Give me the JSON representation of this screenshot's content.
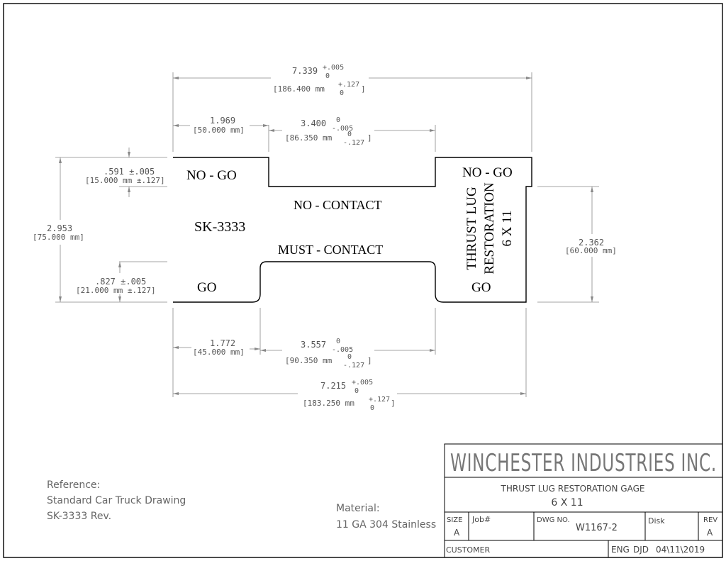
{
  "labels": {
    "no_go_left": "NO - GO",
    "no_go_right": "NO - GO",
    "no_contact": "NO - CONTACT",
    "must_contact": "MUST - CONTACT",
    "sk": "SK-3333",
    "go_left": "GO",
    "go_right": "GO",
    "thrust_line1": "THRUST LUG",
    "thrust_line2": "RESTORATION",
    "thrust_line3": "6 X 11"
  },
  "dims": {
    "overall_top": {
      "value": "7.339",
      "tol_plus": "+.005",
      "tol_minus": "0",
      "metric": "[186.400 mm",
      "metric_tol_plus": "+.127",
      "metric_tol_minus": "0",
      "close": "]"
    },
    "left_top": {
      "value": "1.969",
      "metric": "[50.000 mm]"
    },
    "slot_top": {
      "value": "3.400",
      "tol_plus": "0",
      "tol_minus": "-.005",
      "metric": "[86.350 mm",
      "metric_tol_plus": "0",
      "metric_tol_minus": "-.127",
      "close": "]"
    },
    "top_step": {
      "value": ".591 ±.005",
      "metric": "[15.000 mm ±.127]"
    },
    "height_left": {
      "value": "2.953",
      "metric": "[75.000 mm]"
    },
    "bottom_step": {
      "value": ".827 ±.005",
      "metric": "[21.000 mm ±.127]"
    },
    "height_right": {
      "value": "2.362",
      "metric": "[60.000 mm]"
    },
    "left_bottom": {
      "value": "1.772",
      "metric": "[45.000 mm]"
    },
    "slot_bottom": {
      "value": "3.557",
      "tol_plus": "0",
      "tol_minus": "-.005",
      "metric": "[90.350 mm",
      "metric_tol_plus": "0",
      "metric_tol_minus": "-.127",
      "close": "]"
    },
    "overall_bottom": {
      "value": "7.215",
      "tol_plus": "+.005",
      "tol_minus": "0",
      "metric": "[183.250 mm",
      "metric_tol_plus": "+.127",
      "metric_tol_minus": "0",
      "close": "]"
    }
  },
  "notes": {
    "ref_line1": "Reference:",
    "ref_line2": "Standard Car Truck Drawing",
    "ref_line3": "SK-3333 Rev.",
    "mat_line1": "Material:",
    "mat_line2": "11 GA 304 Stainless"
  },
  "title_block": {
    "company": "WINCHESTER INDUSTRIES INC.",
    "title_line1": "THRUST LUG RESTORATION GAGE",
    "title_line2": "6 X 11",
    "size_label": "SIZE",
    "size_value": "A",
    "job_label": "Job#",
    "dwg_label": "DWG NO.",
    "dwg_value": "W1167-2",
    "disk_label": "Disk",
    "rev_label": "REV",
    "rev_value": "A",
    "customer_label": "CUSTOMER",
    "eng_label": "ENG",
    "eng_value": "DJD",
    "date": "04\\11\\2019"
  }
}
